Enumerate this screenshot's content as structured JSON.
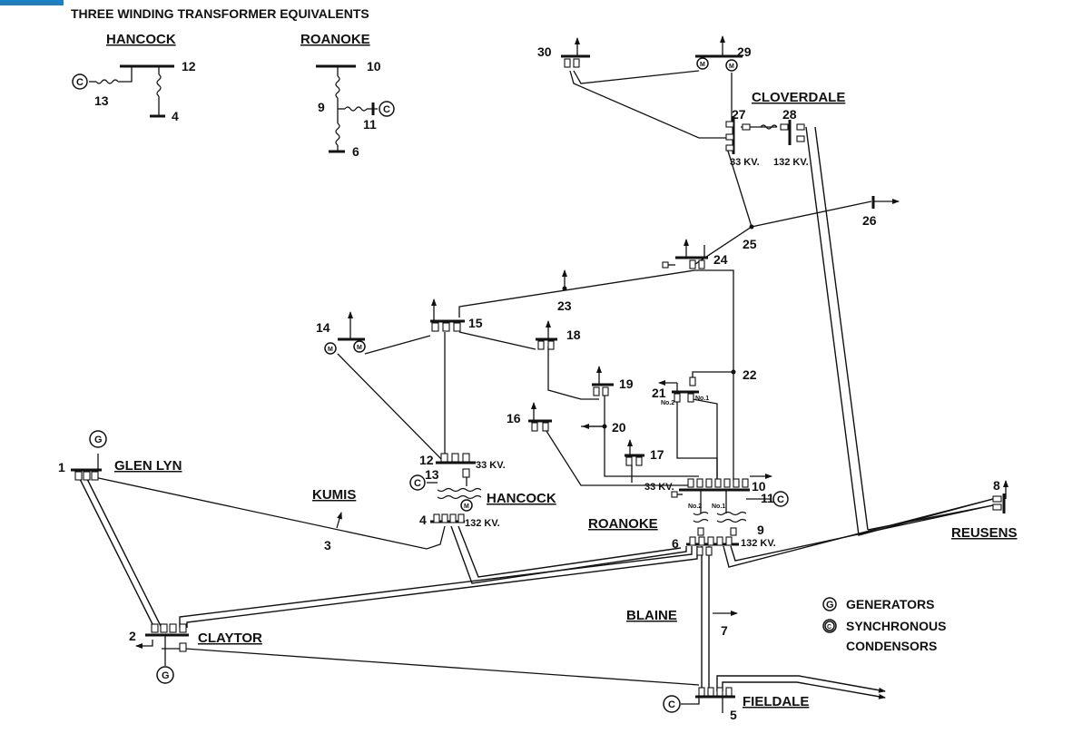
{
  "header": {
    "title": "THREE WINDING TRANSFORMER EQUIVALENTS"
  },
  "equivalents": {
    "hancock": {
      "title": "HANCOCK",
      "nodes": [
        "12",
        "13",
        "4"
      ],
      "gen_symbol": "C"
    },
    "roanoke": {
      "title": "ROANOKE",
      "nodes": [
        "10",
        "9",
        "11",
        "6"
      ],
      "gen_symbol": "C"
    }
  },
  "stations": {
    "glen_lyn": "GLEN LYN",
    "kumis": "KUMIS",
    "hancock": "HANCOCK",
    "roanoke": "ROANOKE",
    "cloverdale": "CLOVERDALE",
    "reusens": "REUSENS",
    "blaine": "BLAINE",
    "claytor": "CLAYTOR",
    "fieldale": "FIELDALE"
  },
  "buses": [
    "1",
    "2",
    "3",
    "4",
    "5",
    "6",
    "7",
    "8",
    "9",
    "10",
    "11",
    "12",
    "13",
    "14",
    "15",
    "16",
    "17",
    "18",
    "19",
    "20",
    "21",
    "22",
    "23",
    "24",
    "25",
    "26",
    "27",
    "28",
    "29",
    "30"
  ],
  "voltage_labels": {
    "hancock_33": "33 KV.",
    "hancock_132": "132 KV.",
    "roanoke_33": "33 KV.",
    "roanoke_132": "132 KV.",
    "cloverdale_33": "33 KV.",
    "cloverdale_132": "132 KV."
  },
  "transformer_tags": {
    "no2": "No.2",
    "no1": "No.1"
  },
  "symbols": {
    "generator": "G",
    "condenser": "C",
    "motor": "M"
  },
  "legend": {
    "generators": "GENERATORS",
    "condensors_line1": "SYNCHRONOUS",
    "condensors_line2": "CONDENSORS"
  }
}
